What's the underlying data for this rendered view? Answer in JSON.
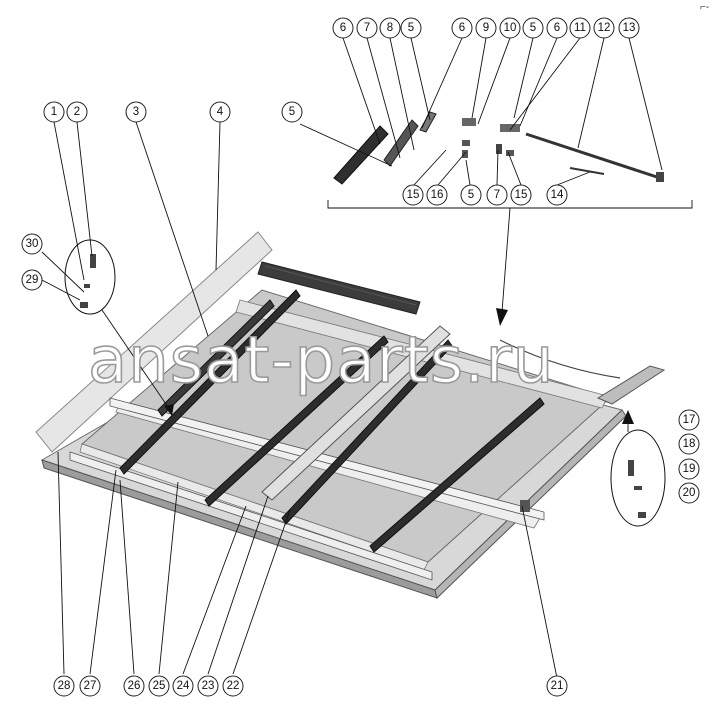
{
  "watermark": "ansat-parts.ru",
  "corner_mark": "⌐-",
  "callouts": {
    "c1": "1",
    "c2": "2",
    "c3": "3",
    "c4": "4",
    "c5a": "5",
    "c5b": "5",
    "c5c": "5",
    "c5d": "5",
    "c6a": "6",
    "c6b": "6",
    "c6c": "6",
    "c7a": "7",
    "c7b": "7",
    "c8": "8",
    "c9": "9",
    "c10": "10",
    "c11": "11",
    "c12": "12",
    "c13": "13",
    "c14": "14",
    "c15a": "15",
    "c15b": "15",
    "c16": "16",
    "c17": "17",
    "c18": "18",
    "c19": "19",
    "c20": "20",
    "c21": "21",
    "c22": "22",
    "c23": "23",
    "c24": "24",
    "c25": "25",
    "c26": "26",
    "c27": "27",
    "c28": "28",
    "c29": "29",
    "c30": "30"
  }
}
